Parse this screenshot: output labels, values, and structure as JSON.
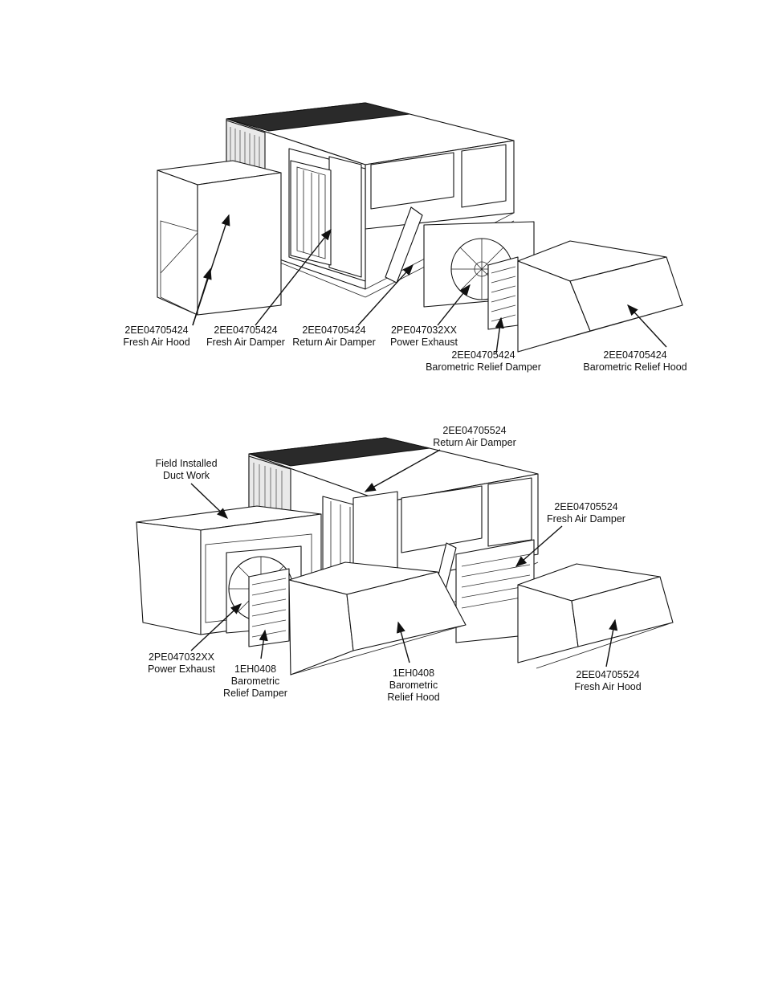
{
  "figure1": {
    "labels": {
      "fresh_air_hood": {
        "part": "2EE04705424",
        "name": "Fresh Air Hood"
      },
      "fresh_air_damper": {
        "part": "2EE04705424",
        "name": "Fresh Air Damper"
      },
      "return_air_damper": {
        "part": "2EE04705424",
        "name": "Return Air Damper"
      },
      "power_exhaust": {
        "part": "2PE047032XX",
        "name": "Power Exhaust"
      },
      "barometric_relief_damper": {
        "part": "2EE04705424",
        "name": "Barometric Relief Damper"
      },
      "barometric_relief_hood": {
        "part": "2EE04705424",
        "name": "Barometric Relief Hood"
      }
    }
  },
  "figure2": {
    "labels": {
      "return_air_damper": {
        "part": "2EE04705524",
        "name": "Return Air Damper"
      },
      "field_installed": {
        "line1": "Field Installed",
        "line2": "Duct Work"
      },
      "fresh_air_damper": {
        "part": "2EE04705524",
        "name": "Fresh Air Damper"
      },
      "power_exhaust": {
        "part": "2PE047032XX",
        "name": "Power Exhaust"
      },
      "barometric_relief_damper": {
        "part": "1EH0408",
        "line2": "Barometric",
        "line3": "Relief Damper"
      },
      "barometric_relief_hood": {
        "part": "1EH0408",
        "line2": "Barometric",
        "line3": "Relief Hood"
      },
      "fresh_air_hood": {
        "part": "2EE04705524",
        "name": "Fresh Air Hood"
      }
    }
  }
}
